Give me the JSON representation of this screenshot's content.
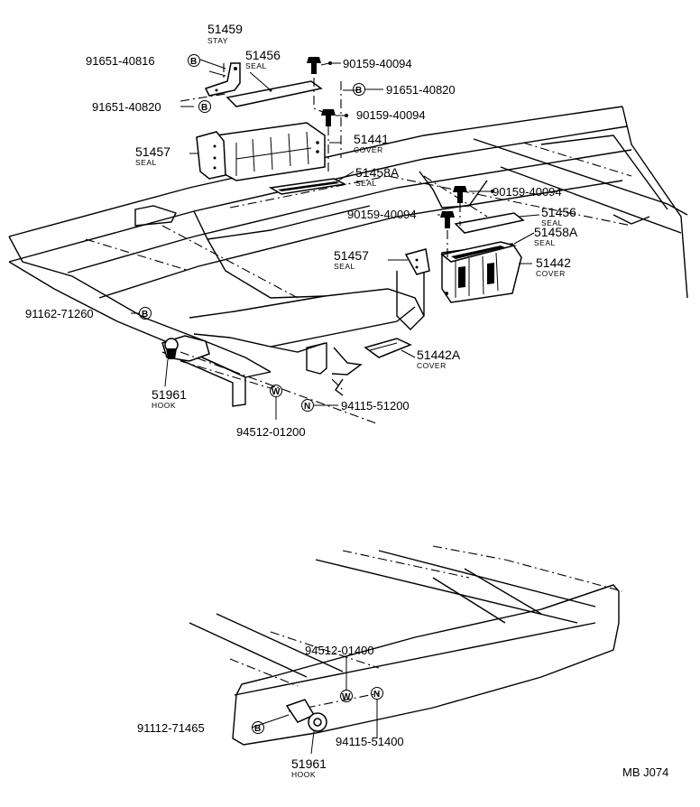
{
  "diagram": {
    "code": "MB J074",
    "symbols": {
      "B": "B",
      "W": "W",
      "N": "N"
    },
    "callouts": {
      "c51459": {
        "number": "51459",
        "name": "STAY"
      },
      "c51456a": {
        "number": "51456",
        "name": "SEAL"
      },
      "c91651_816": {
        "number": "91651-40816",
        "symbol": "B"
      },
      "c91651_820a": {
        "number": "91651-40820",
        "symbol": "B"
      },
      "c91651_820b": {
        "number": "91651-40820",
        "symbol": "B"
      },
      "c90159_a": {
        "number": "90159-40094"
      },
      "c90159_b": {
        "number": "90159-40094"
      },
      "c90159_c": {
        "number": "90159-40094"
      },
      "c90159_d": {
        "number": "90159-40094"
      },
      "c51441": {
        "number": "51441",
        "name": "COVER"
      },
      "c51457a": {
        "number": "51457",
        "name": "SEAL"
      },
      "c51458Aa": {
        "number": "51458A",
        "name": "SEAL"
      },
      "c51456b": {
        "number": "51456",
        "name": "SEAL"
      },
      "c51458Ab": {
        "number": "51458A",
        "name": "SEAL"
      },
      "c51457b": {
        "number": "51457",
        "name": "SEAL"
      },
      "c51442": {
        "number": "51442",
        "name": "COVER"
      },
      "c51442A": {
        "number": "51442A",
        "name": "COVER"
      },
      "c91162": {
        "number": "91162-71260",
        "symbol": "B"
      },
      "c51961a": {
        "number": "51961",
        "name": "HOOK"
      },
      "c94512_012": {
        "number": "94512-01200",
        "symbol": "W"
      },
      "c94115_512": {
        "number": "94115-51200",
        "symbol": "N"
      },
      "c94512_014": {
        "number": "94512-01400",
        "symbol": "W"
      },
      "c94115_514": {
        "number": "94115-51400",
        "symbol": "N"
      },
      "c91112": {
        "number": "91112-71465",
        "symbol": "B"
      },
      "c51961b": {
        "number": "51961",
        "name": "HOOK"
      }
    }
  }
}
